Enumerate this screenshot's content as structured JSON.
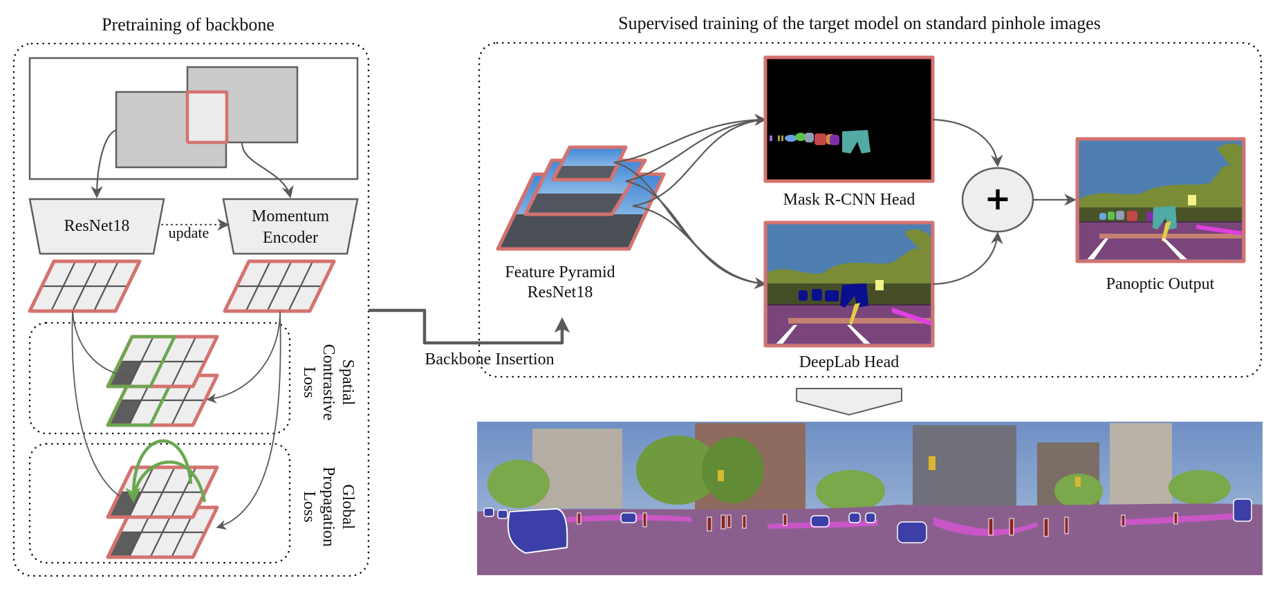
{
  "left_panel": {
    "title": "Pretraining of backbone",
    "encoder_label": "ResNet18",
    "momentum_label_line1": "Momentum",
    "momentum_label_line2": "Encoder",
    "update_label": "update",
    "spatial_loss": [
      "Spatial",
      "Contrastive",
      "Loss"
    ],
    "global_loss": [
      "Global",
      "Propagation",
      "Loss"
    ]
  },
  "insertion_label": "Backbone Insertion",
  "right_panel": {
    "title": "Supervised training of the target model on standard pinhole images",
    "pyramid_label_line1": "Feature Pyramid",
    "pyramid_label_line2": "ResNet18",
    "mask_head_label": "Mask R-CNN Head",
    "deeplab_head_label": "DeepLab Head",
    "fusion_symbol": "+",
    "output_label": "Panoptic Output"
  },
  "panorama": {
    "description": "panoramic street scene with panoptic segmentation overlay"
  },
  "colors": {
    "frame_red": "#d4726f",
    "loss_green": "#6aa84f",
    "arrow_gray": "#5a5a5a",
    "sky_seg": "#4f7fb0",
    "vegetation_seg": "#7a8c36",
    "road_seg": "#7a457a",
    "car_seg": "#1a1f8a",
    "sidewalk_seg": "#e040e0"
  }
}
